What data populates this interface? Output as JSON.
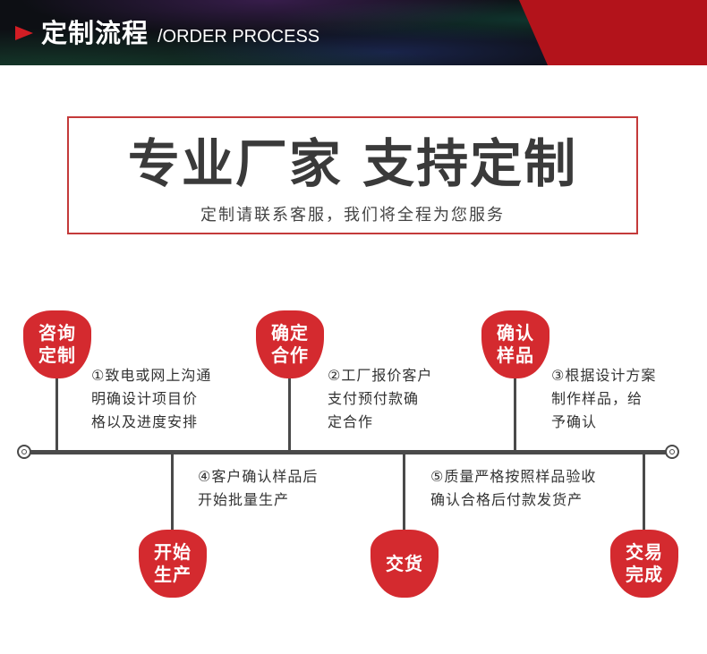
{
  "header": {
    "title": "定制流程",
    "subtitle": "/ORDER PROCESS"
  },
  "banner": {
    "title": "专业厂家 支持定制",
    "subtitle": "定制请联系客服，我们将全程为您服务"
  },
  "steps": [
    {
      "badge": "咨询\n定制",
      "desc": "①致电或网上沟通\n   明确设计项目价\n   格以及进度安排"
    },
    {
      "badge": "确定\n合作",
      "desc": "②工厂报价客户\n   支付预付款确\n   定合作"
    },
    {
      "badge": "确认\n样品",
      "desc": "③根据设计方案\n   制作样品，给\n   予确认"
    },
    {
      "badge": "开始\n生产",
      "desc": "④客户确认样品后\n   开始批量生产"
    },
    {
      "badge": "交货",
      "desc": "⑤质量严格按照样品验收\n   确认合格后付款发货产"
    },
    {
      "badge": "交易\n完成",
      "desc": ""
    }
  ],
  "colors": {
    "accent_red": "#d42a2f",
    "header_red": "#b3131b",
    "line": "#4a4a4a",
    "banner_border": "#c43a3a"
  },
  "icons": {
    "header": "play-arrow-icon",
    "timeline_ends": "ring-circle-icon"
  }
}
